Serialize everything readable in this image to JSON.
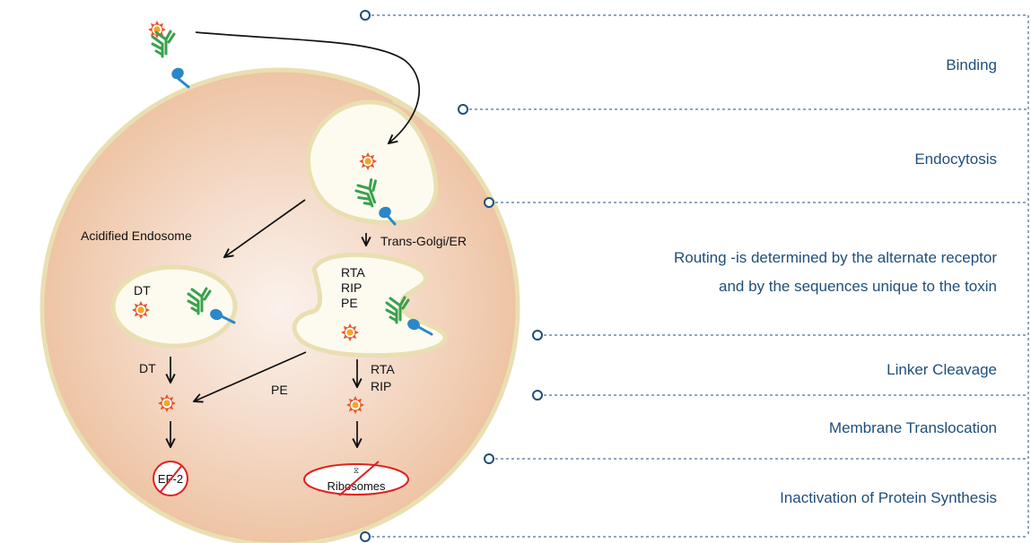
{
  "cell_labels": {
    "acidified_endosome": "Acidified Endosome",
    "trans_golgi": "Trans-Golgi/ER",
    "dt_in_endosome": "DT",
    "golgi_toxins": [
      "RTA",
      "RIP",
      "PE"
    ],
    "dt_arrow": "DT",
    "pe_arrow": "PE",
    "rta_arrow": "RTA",
    "rip_arrow": "RIP",
    "ef2": "EF-2",
    "ribosomes": "Ribosomes"
  },
  "steps": {
    "binding": "Binding",
    "endocytosis": "Endocytosis",
    "routing_line1": "Routing -is determined by the alternate receptor",
    "routing_line2": "and by the sequences unique to the toxin",
    "linker_cleavage": "Linker Cleavage",
    "membrane_translocation": "Membrane Translocation",
    "inactivation": "Inactivation of Protein Synthesis"
  },
  "colors": {
    "cell_fill": "#f0c9ac",
    "cell_border": "#e9dfb1",
    "compartment_fill": "#fdfbf0",
    "antibody": "#3aa14c",
    "receptor": "#2b88c8",
    "toxin": "#e8542b",
    "toxin_core": "#f5a623",
    "inhibit": "#e02020",
    "guide_line": "#1f4e79",
    "step_text": "#1f4e79"
  }
}
